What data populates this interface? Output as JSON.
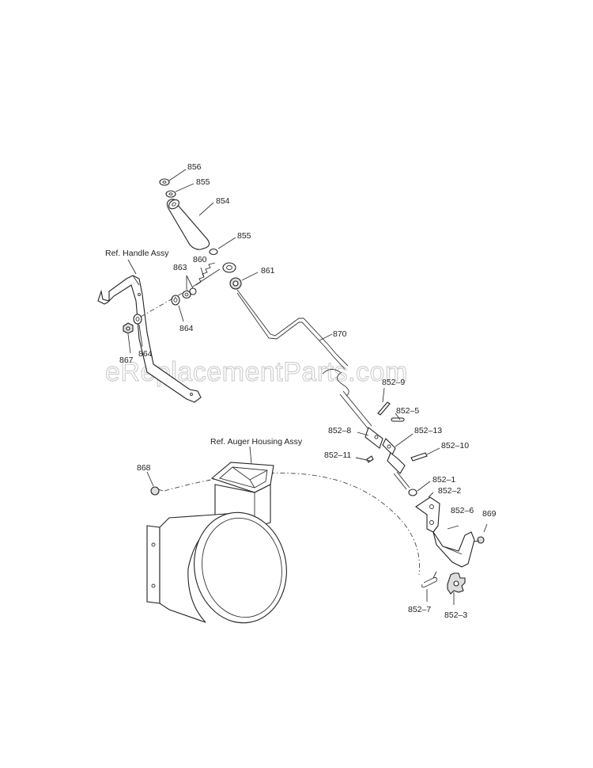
{
  "watermark": "eReplacementParts.com",
  "references": {
    "handle": "Ref. Handle Assy",
    "auger": "Ref. Auger Housing Assy"
  },
  "callouts": {
    "p856": "856",
    "p855a": "855",
    "p854": "854",
    "p855b": "855",
    "p860": "860",
    "p863": "863",
    "p861": "861",
    "p864a": "864",
    "p864b": "864",
    "p867": "867",
    "p870": "870",
    "p852_9": "852–9",
    "p852_5": "852–5",
    "p852_8": "852–8",
    "p852_13": "852–13",
    "p852_11": "852–11",
    "p852_10": "852–10",
    "p868": "868",
    "p852_1": "852–1",
    "p852_2": "852–2",
    "p852_6": "852–6",
    "p869": "869",
    "p852_7": "852–7",
    "p852_3": "852–3"
  }
}
